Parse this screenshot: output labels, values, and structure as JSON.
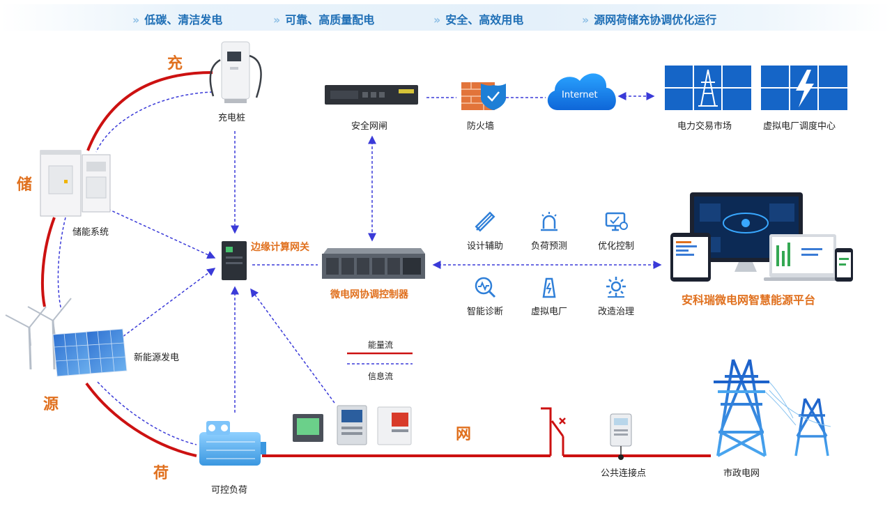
{
  "banner": [
    "低碳、清洁发电",
    "可靠、高质量配电",
    "安全、高效用电",
    "源网荷储充协调优化运行"
  ],
  "side_labels": {
    "chong": "充",
    "chu": "储",
    "yuan": "源",
    "he": "荷",
    "wang": "网"
  },
  "devices": {
    "charger": "充电桩",
    "storage": "储能系统",
    "renewable": "新能源发电",
    "load": "可控负荷",
    "gateway": "边缘计算网关",
    "controller": "微电网协调控制器",
    "security_gateway": "安全网闸",
    "firewall": "防火墙",
    "internet": "Internet",
    "power_market": "电力交易市场",
    "vpp_center": "虚拟电厂调度中心",
    "pcc": "公共连接点",
    "grid": "市政电网"
  },
  "functions": [
    {
      "label": "设计辅助",
      "icon": "design-icon"
    },
    {
      "label": "负荷预测",
      "icon": "alarm-icon"
    },
    {
      "label": "优化控制",
      "icon": "monitor-icon"
    },
    {
      "label": "智能诊断",
      "icon": "diagnosis-icon"
    },
    {
      "label": "虚拟电厂",
      "icon": "power-plant-icon"
    },
    {
      "label": "改造治理",
      "icon": "gear-icon"
    }
  ],
  "platform": "安科瑞微电网智慧能源平台",
  "legend": {
    "energy": "能量流",
    "info": "信息流"
  },
  "colors": {
    "energy_flow": "#cc1111",
    "info_flow": "#3a3ad8",
    "accent_orange": "#e0701e",
    "banner_text": "#1f6fb6"
  }
}
